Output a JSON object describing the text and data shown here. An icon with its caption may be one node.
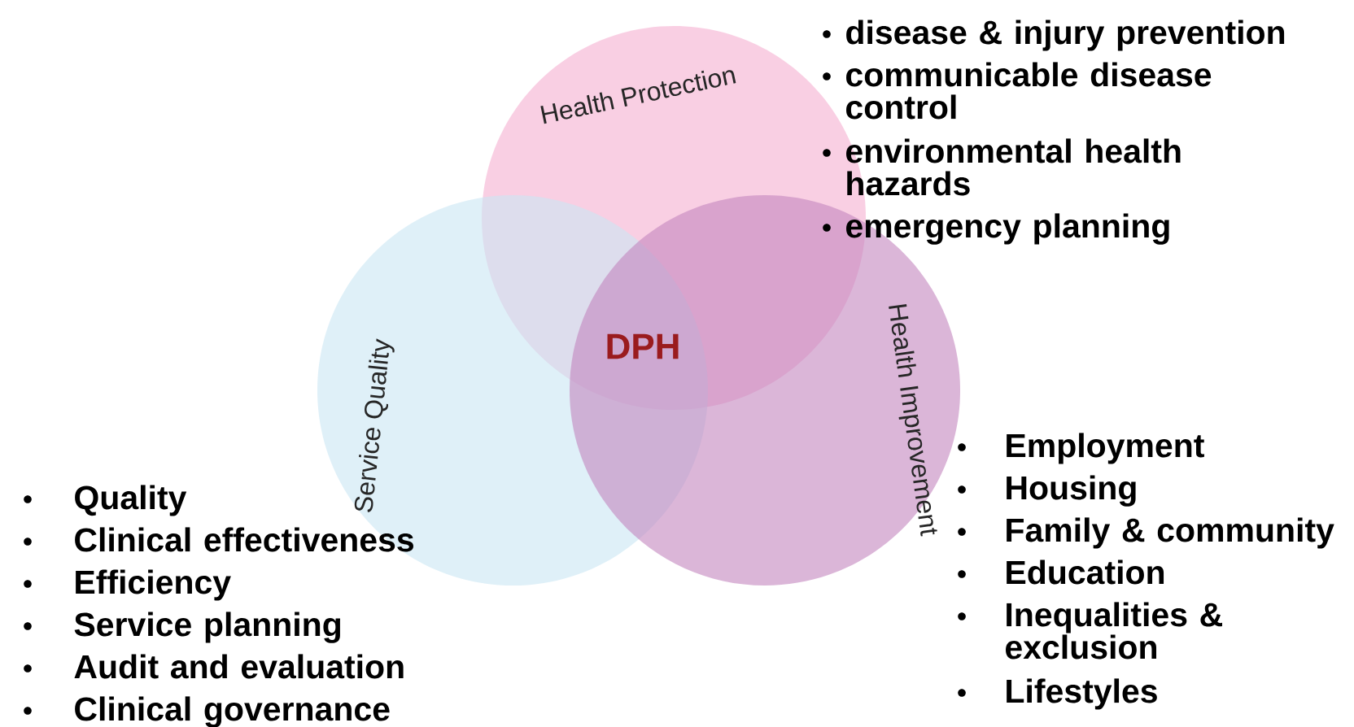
{
  "diagram": {
    "nodes": [
      {
        "text": [
          "Health Protection"
        ]
      },
      {
        "text": [
          "Service Quality"
        ]
      },
      {
        "text": [
          "Health Improvement"
        ]
      }
    ],
    "labels": [
      "disease & injury prevention",
      "communicable disease control",
      "environmental health hazards",
      "emergency planning",
      "DPH",
      "Employment",
      "Housing",
      "Family & community",
      "Education",
      "Inequalities & exclusion",
      "Lifestyles",
      "Quality",
      "Clinical effectiveness",
      "Efficiency",
      "Service planning",
      "Audit and evaluation",
      "Clinical governance"
    ]
  }
}
